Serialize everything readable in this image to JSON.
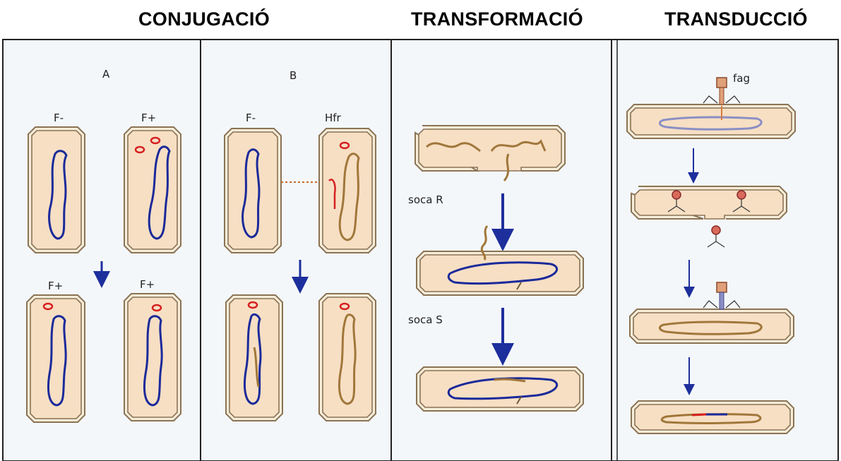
{
  "headings": {
    "conjugation": "CONJUGACIÓ",
    "transformation": "TRANSFORMACIÓ",
    "transduction": "TRANSDUCCIÓ"
  },
  "panel_a": {
    "title": "A",
    "top_left_label": "F-",
    "top_right_label": "F+",
    "bottom_left_label": "F+",
    "bottom_right_label": "F+"
  },
  "panel_b": {
    "title": "B",
    "top_left_label": "F-",
    "top_right_label": "Hfr"
  },
  "transformation_panel": {
    "strain_r": "soca R",
    "strain_s": "soca S"
  },
  "transduction_panel": {
    "phage_label": "fag"
  },
  "colors": {
    "panel_bg": "#f4f7fa",
    "cell_fill": "#f7dfc4",
    "cell_stroke": "#8a7354",
    "chromosome_blue": "#1b2a9a",
    "donor_dna_brown": "#a0773a",
    "plasmid_red": "#d62020",
    "arrow_blue": "#1d2f9c"
  }
}
